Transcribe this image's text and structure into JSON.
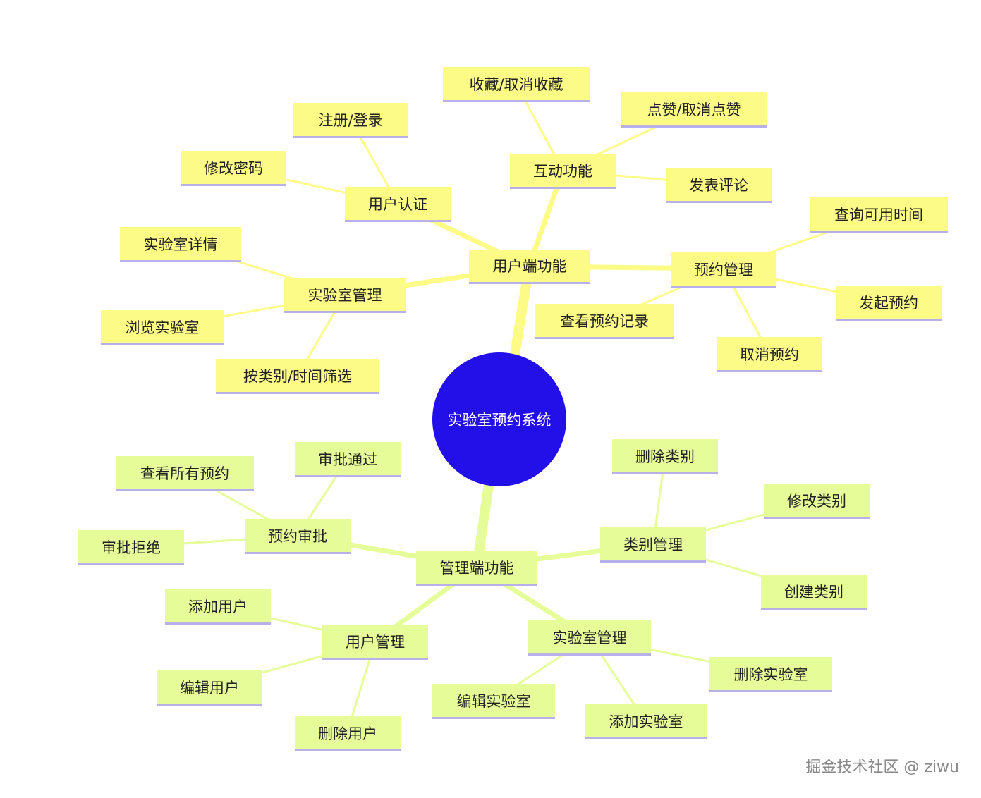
{
  "root": "实验室预约系统",
  "colors": {
    "user": "#fbfb86",
    "admin": "#e6fc98",
    "root": "#2310e8",
    "underline": "#b7b0ea"
  },
  "user_branch": {
    "label": "用户端功能",
    "auth": {
      "label": "用户认证",
      "children": [
        "注册/登录",
        "修改密码"
      ]
    },
    "interact": {
      "label": "互动功能",
      "children": [
        "收藏/取消收藏",
        "点赞/取消点赞",
        "发表评论"
      ]
    },
    "booking": {
      "label": "预约管理",
      "children": [
        "查询可用时间",
        "发起预约",
        "取消预约",
        "查看预约记录"
      ]
    },
    "lab": {
      "label": "实验室管理",
      "children": [
        "实验室详情",
        "浏览实验室",
        "按类别/时间筛选"
      ]
    }
  },
  "admin_branch": {
    "label": "管理端功能",
    "approve": {
      "label": "预约审批",
      "children": [
        "审批通过",
        "查看所有预约",
        "审批拒绝"
      ]
    },
    "category": {
      "label": "类别管理",
      "children": [
        "删除类别",
        "修改类别",
        "创建类别"
      ]
    },
    "users": {
      "label": "用户管理",
      "children": [
        "添加用户",
        "编辑用户",
        "删除用户"
      ]
    },
    "labs": {
      "label": "实验室管理",
      "children": [
        "删除实验室",
        "添加实验室",
        "编辑实验室"
      ]
    }
  },
  "watermark": "掘金技术社区 @ ziwu"
}
